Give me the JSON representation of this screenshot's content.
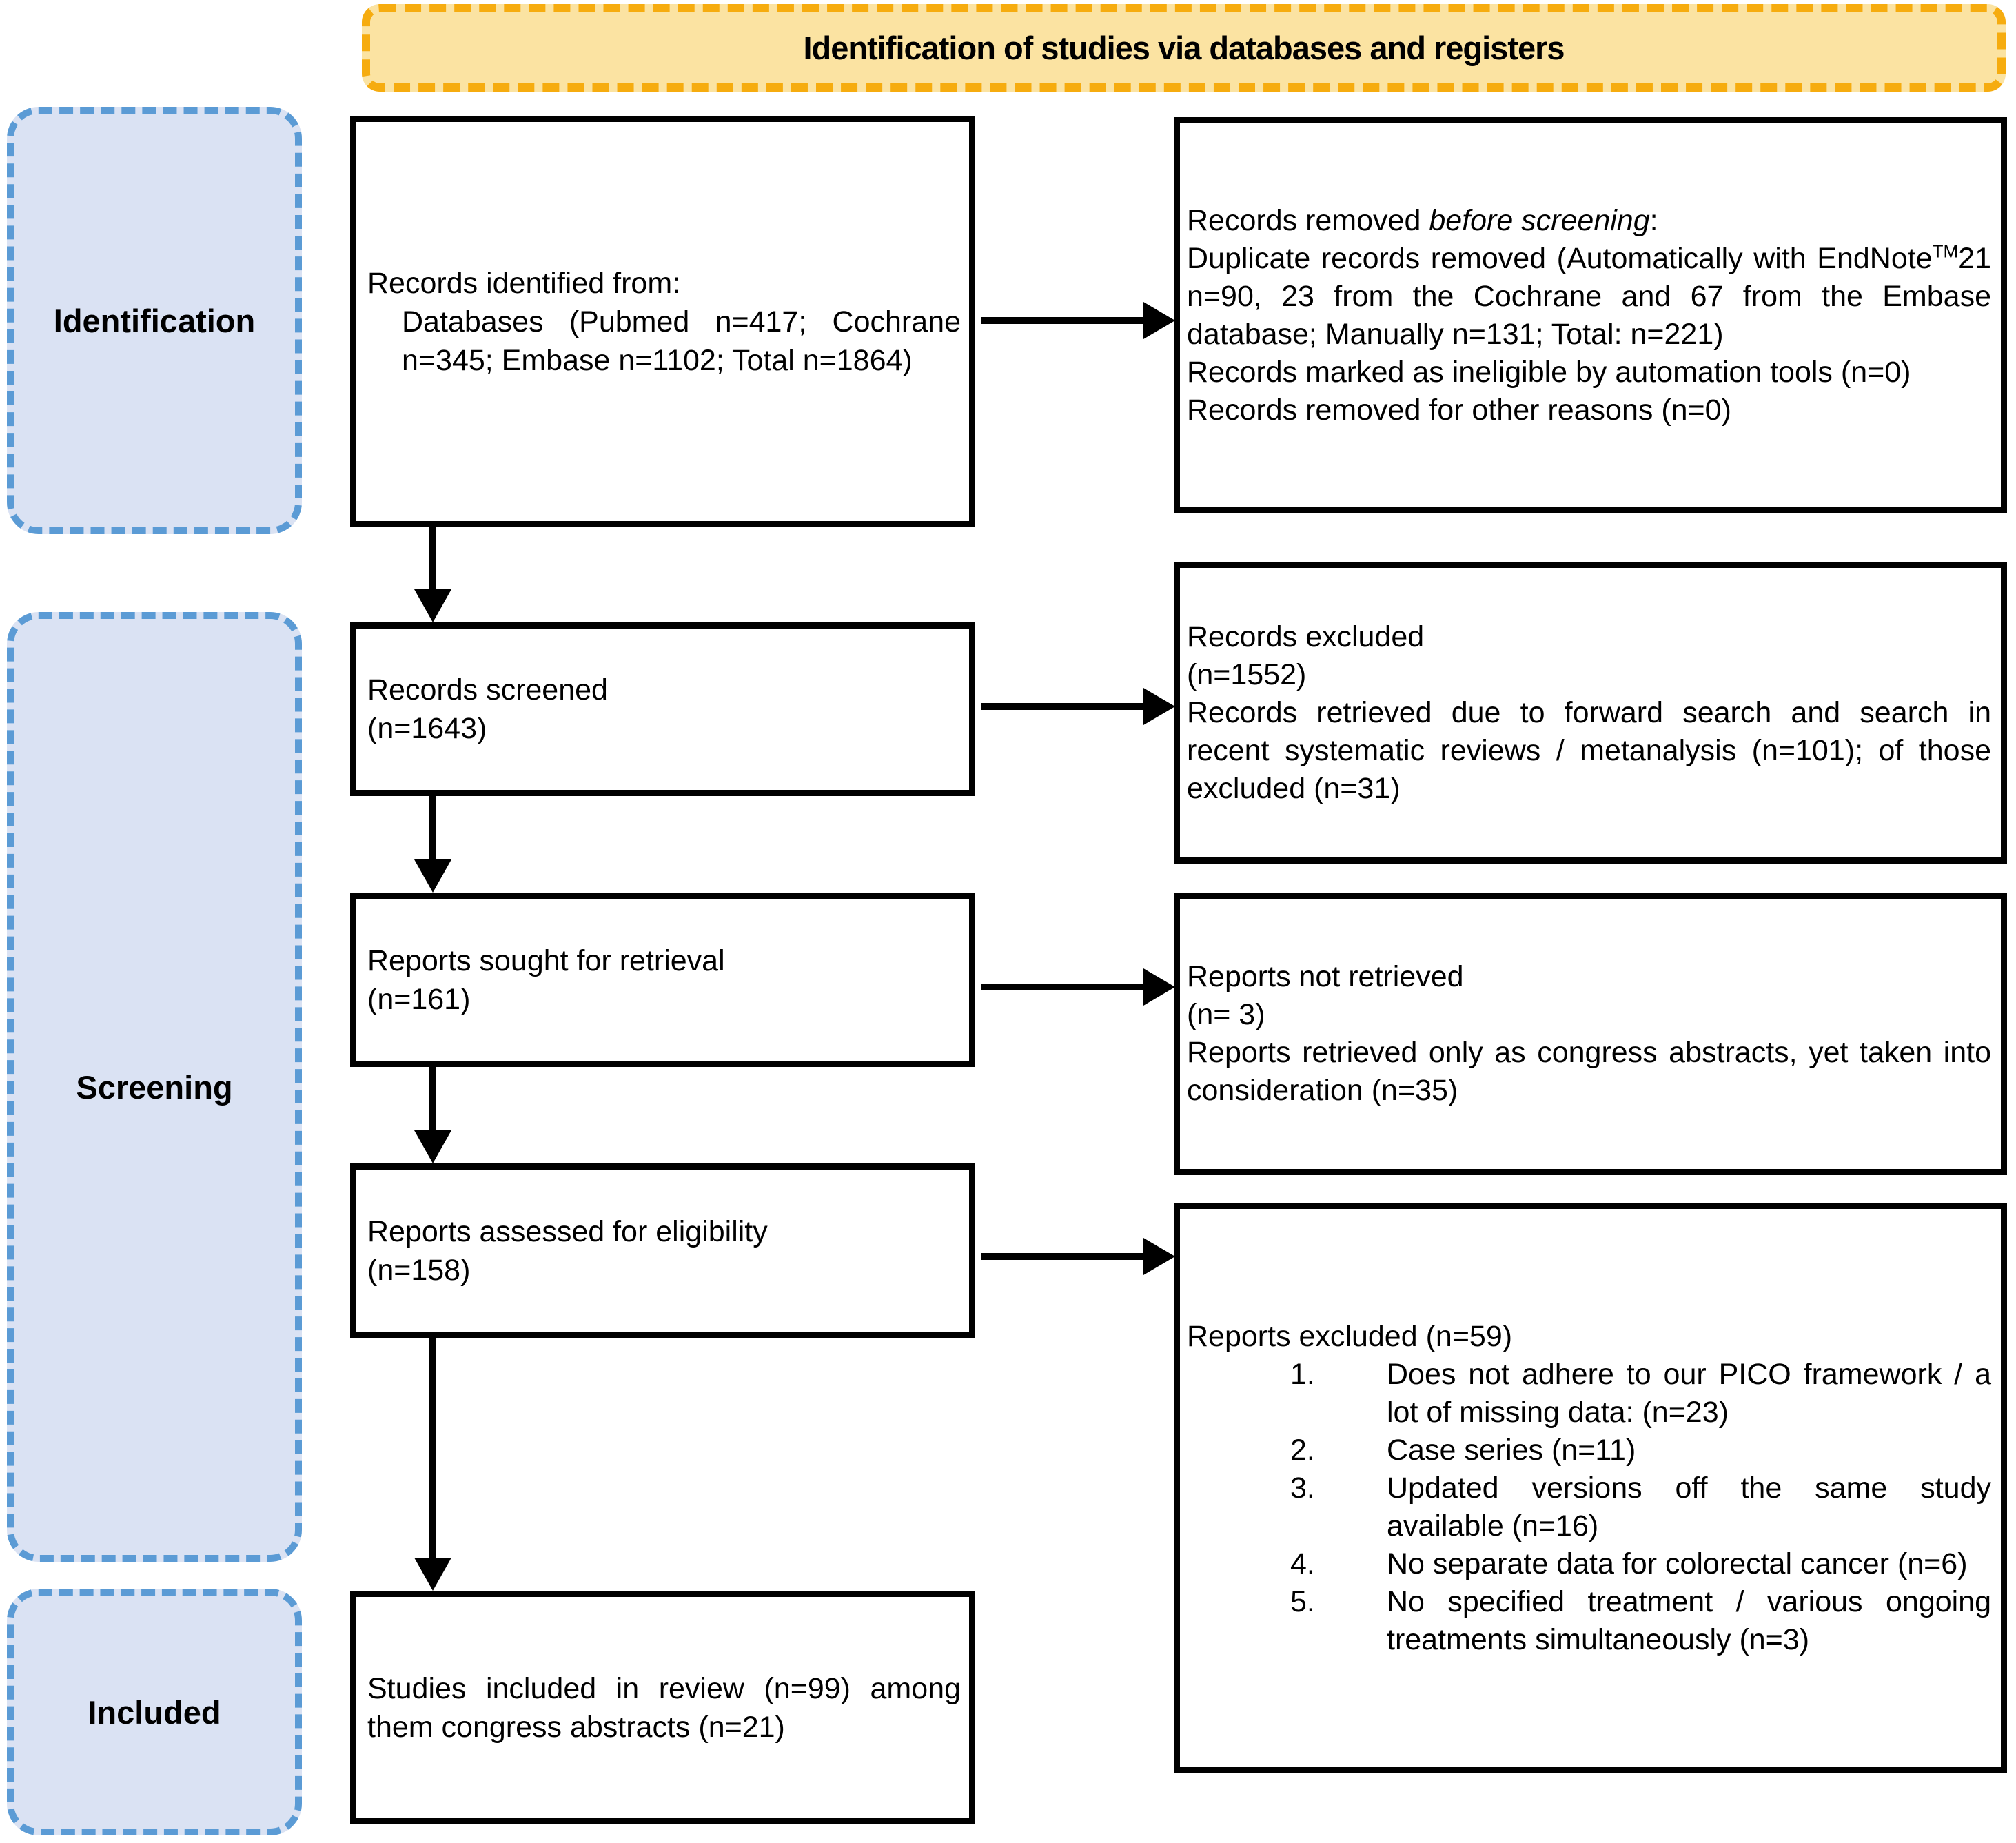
{
  "banner": {
    "title": "Identification of studies via databases and registers"
  },
  "stage_labels": {
    "identification": "Identification",
    "screening": "Screening",
    "included": "Included"
  },
  "colors": {
    "banner_fill": "#FBE3A2",
    "banner_border": "#F6AC0F",
    "stage_fill": "#DAE2F3",
    "stage_border": "#5B9BD5",
    "flow_box_border": "#000000",
    "flow_box_fill": "#FFFFFF",
    "arrow": "#000000"
  },
  "flow": {
    "records_identified": {
      "line1": "Records identified from:",
      "line2": "Databases (Pubmed n=417; Cochrane n=345; Embase n=1102; Total n=1864)"
    },
    "records_screened": {
      "line1": "Records screened",
      "line2": "(n=1643)"
    },
    "reports_sought": {
      "line1": "Reports sought for retrieval",
      "line2": "(n=161)"
    },
    "reports_assessed": {
      "line1": "Reports assessed for eligibility",
      "line2": "(n=158)"
    },
    "studies_included": {
      "text": "Studies included in review (n=99) among them congress abstracts (n=21)"
    }
  },
  "side": {
    "removed_before_screening": {
      "heading_prefix": "Records removed ",
      "heading_italic": "before screening",
      "heading_suffix": ":",
      "duplicate_prefix": "Duplicate records removed (Automatically with EndNote",
      "duplicate_sup": "TM",
      "duplicate_suffix": "21 n=90, 23 from the Cochrane and 67 from the Embase database; Manually n=131; Total: n=221)",
      "automation": "Records marked as ineligible by automation tools (n=0)",
      "other_reasons": "Records removed for other reasons (n=0)"
    },
    "records_excluded": {
      "line1": "Records excluded",
      "line2": "(n=1552)",
      "para": "Records retrieved due to forward search and search in recent systematic reviews / metanalysis (n=101); of those excluded (n=31)"
    },
    "reports_not_retrieved": {
      "line1": "Reports not retrieved",
      "line2": "(n= 3)",
      "para": "Reports retrieved only as congress abstracts, yet taken into consideration (n=35)"
    },
    "reports_excluded": {
      "title": "Reports excluded (n=59)",
      "items": [
        {
          "num": "1.",
          "text": "Does not adhere to our PICO framework / a lot of missing data: (n=23)"
        },
        {
          "num": "2.",
          "text": "Case series (n=11)"
        },
        {
          "num": "3.",
          "text": "Updated versions off the same study available (n=16)"
        },
        {
          "num": "4.",
          "text": "No separate data for colorectal cancer (n=6)"
        },
        {
          "num": "5.",
          "text": "No specified treatment / various ongoing treatments simultaneously (n=3)"
        }
      ]
    }
  }
}
